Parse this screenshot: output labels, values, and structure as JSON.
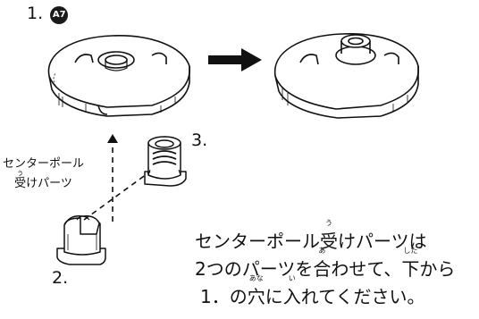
{
  "steps": {
    "step1": {
      "number": "1.",
      "badge": "A7"
    },
    "step2": {
      "number": "2."
    },
    "step3": {
      "number": "3."
    }
  },
  "side_label": {
    "line1": "センターポール",
    "line2_uke": "受",
    "line2_uke_ruby": "う",
    "line2_rest": "けパーツ"
  },
  "instructions": {
    "line1_a": "センターポール",
    "line1_uke": "受",
    "line1_uke_ruby": "う",
    "line1_b": "けパーツは",
    "line2_a": "2つのパーツを",
    "line2_awa": "合",
    "line2_awa_ruby": "あ",
    "line2_b": "わせて、",
    "line2_shita": "下",
    "line2_shita_ruby": "した",
    "line2_c": "から",
    "line3_a": "1．の",
    "line3_ana": "穴",
    "line3_ana_ruby": "あな",
    "line3_b": "に",
    "line3_i": "入",
    "line3_i_ruby": "い",
    "line3_c": "れてください。"
  }
}
